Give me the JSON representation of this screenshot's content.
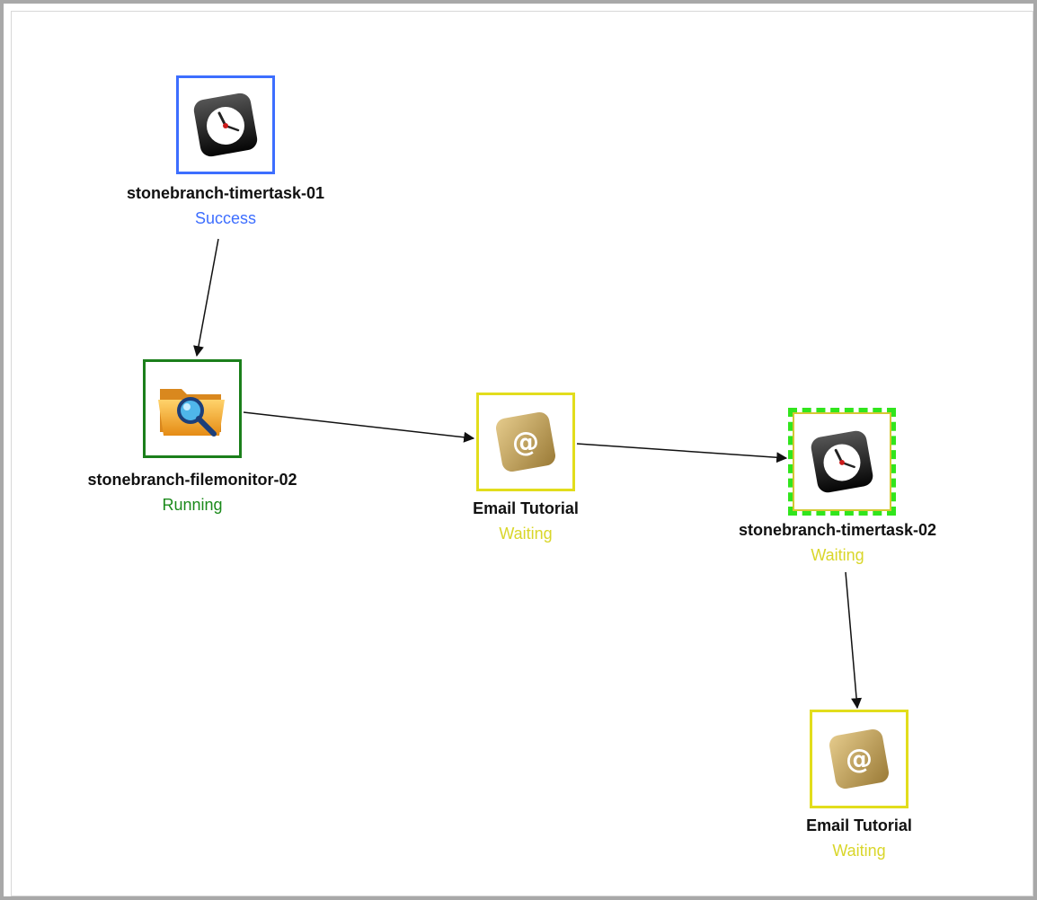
{
  "workflow": {
    "nodes": [
      {
        "id": "n1",
        "name": "stonebranch-timertask-01",
        "status": "Success",
        "icon": "clock-icon",
        "state": "success"
      },
      {
        "id": "n2",
        "name": "stonebranch-filemonitor-02",
        "status": "Running",
        "icon": "folder-search-icon",
        "state": "running"
      },
      {
        "id": "n3",
        "name": "Email Tutorial",
        "status": "Waiting",
        "icon": "email-at-icon",
        "state": "waiting"
      },
      {
        "id": "n4",
        "name": "stonebranch-timertask-02",
        "status": "Waiting",
        "icon": "clock-icon",
        "state": "waiting-selected"
      },
      {
        "id": "n5",
        "name": "Email Tutorial",
        "status": "Waiting",
        "icon": "email-at-icon",
        "state": "waiting"
      }
    ],
    "edges": [
      {
        "from": "n1",
        "to": "n2"
      },
      {
        "from": "n2",
        "to": "n3"
      },
      {
        "from": "n3",
        "to": "n4"
      },
      {
        "from": "n4",
        "to": "n5"
      }
    ],
    "colors": {
      "success": "#3d6eff",
      "running": "#1b8a1b",
      "waiting": "#d9d62a",
      "selected_dash": "#31e51d",
      "edge": "#111111",
      "frame": "#a8a8a8"
    }
  }
}
